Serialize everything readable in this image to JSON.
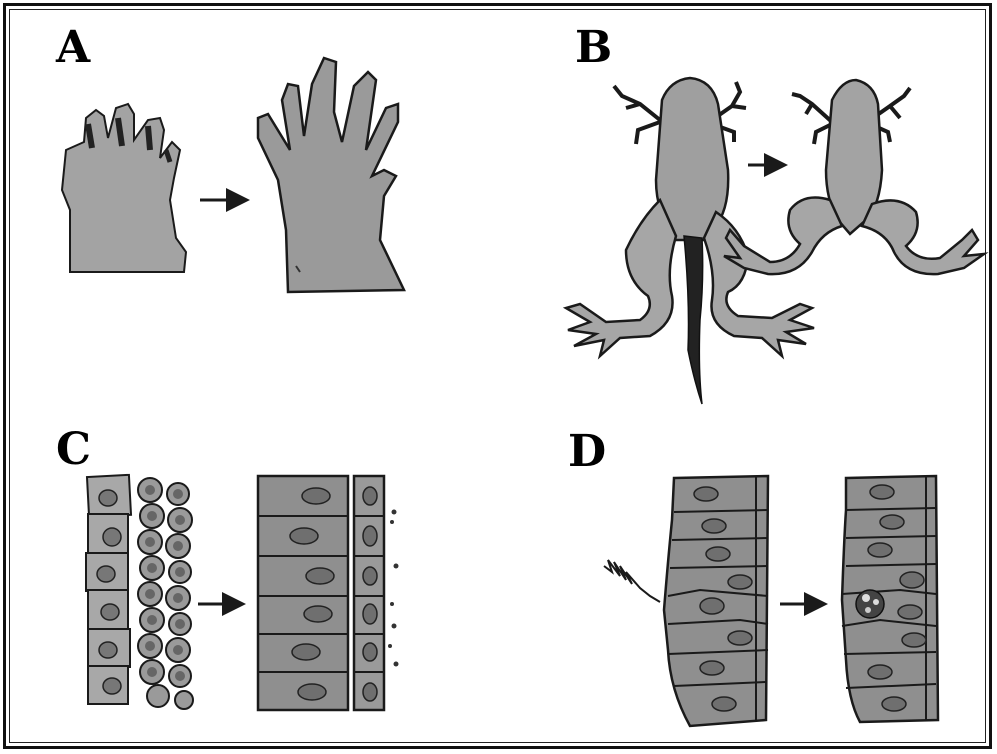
{
  "figure": {
    "panels": [
      {
        "id": "A",
        "label": "A",
        "content": "hand-limb-before-after"
      },
      {
        "id": "B",
        "label": "B",
        "content": "tadpole-to-frog"
      },
      {
        "id": "C",
        "label": "C",
        "content": "cell-layer-growth"
      },
      {
        "id": "D",
        "label": "D",
        "content": "epithelium-injury"
      }
    ]
  },
  "colors": {
    "fill": "#9a9a9a",
    "fill_light": "#b3b3b3",
    "fill_dark": "#6f6f6f",
    "stroke": "#1a1a1a",
    "nucleus": "#7a7a7a"
  }
}
